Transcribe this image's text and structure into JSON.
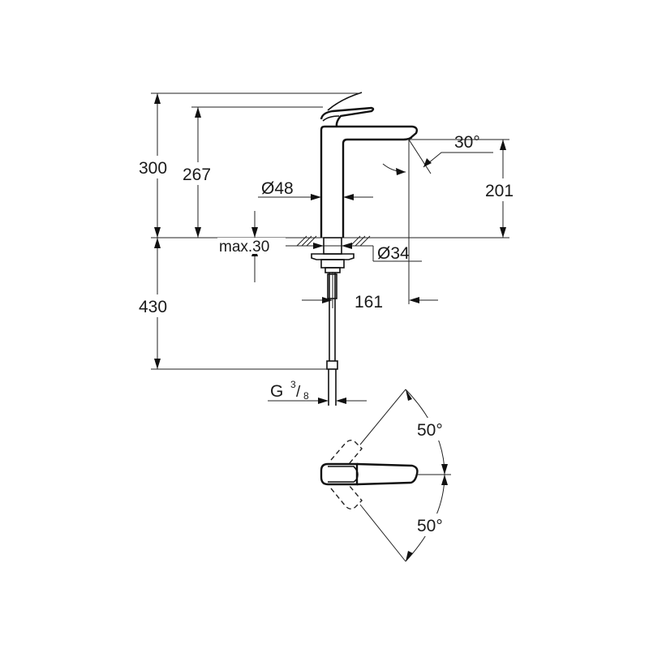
{
  "diagram": {
    "dimensions": {
      "total_height": "300",
      "spout_height": "267",
      "outlet_height": "201",
      "spout_angle": "30°",
      "body_diameter": "Ø48",
      "hole_diameter": "Ø34",
      "max_deck_thickness": "max.30",
      "projection": "161",
      "hose_length": "430",
      "connection_base": "G",
      "connection_numerator": "3",
      "connection_slash": "/",
      "connection_denominator": "8",
      "lever_swing_up": "50°",
      "lever_swing_down": "50°"
    }
  }
}
